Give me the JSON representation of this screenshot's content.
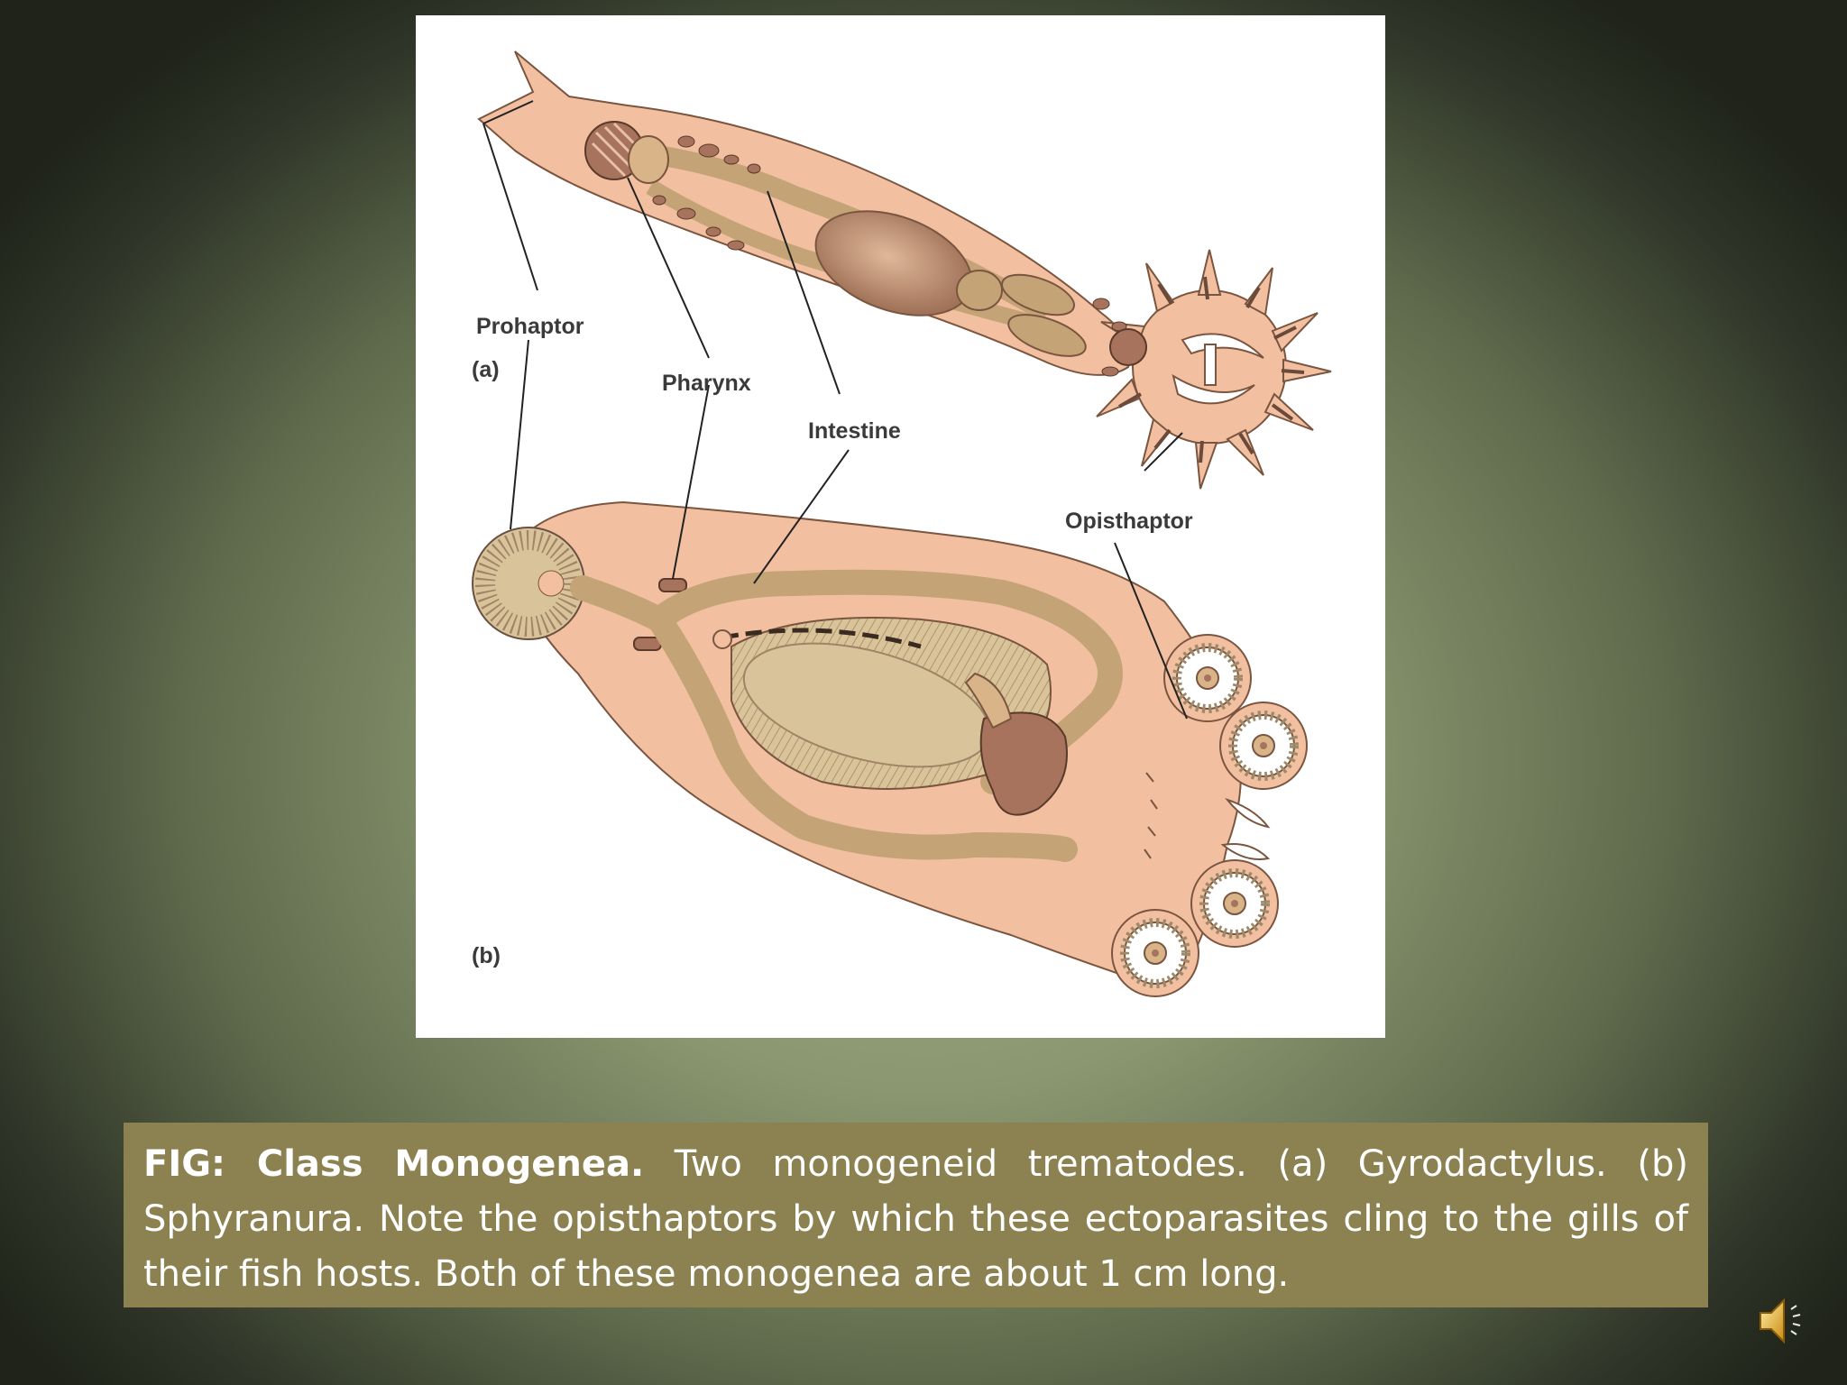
{
  "figure": {
    "labels": {
      "prohaptor": "Prohaptor",
      "pharynx": "Pharynx",
      "intestine": "Intestine",
      "opisthaptor": "Opisthaptor",
      "panel_a": "(a)",
      "panel_b": "(b)"
    }
  },
  "caption": {
    "bold_lead": "FIG: Class Monogenea.",
    "body": " Two monogeneid trematodes. (a) Gyrodactylus. (b) Sphyranura. Note the opisthaptors by which these ectoparasites cling to the gills of their fish hosts. Both of these monogenea are about 1 cm long."
  },
  "icons": {
    "sound": "speaker-icon"
  },
  "colors": {
    "caption_bg": "#8c8150",
    "body_fill": "#f2c0a0",
    "intestine_fill": "#c4a476",
    "organ_fill": "#a8735d"
  }
}
